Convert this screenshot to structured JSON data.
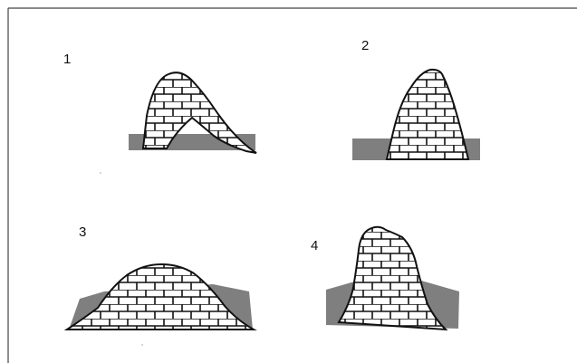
{
  "figure": {
    "border_color": "#444444",
    "ground_color": "#7f7f7f",
    "brick_fill": "#ffffff",
    "line_color": "#111111",
    "items": [
      {
        "label": "1",
        "shape": "asymmetric-peak-with-cave"
      },
      {
        "label": "2",
        "shape": "tall-cone"
      },
      {
        "label": "3",
        "shape": "broad-low-mound"
      },
      {
        "label": "4",
        "shape": "steep-tower"
      }
    ]
  }
}
